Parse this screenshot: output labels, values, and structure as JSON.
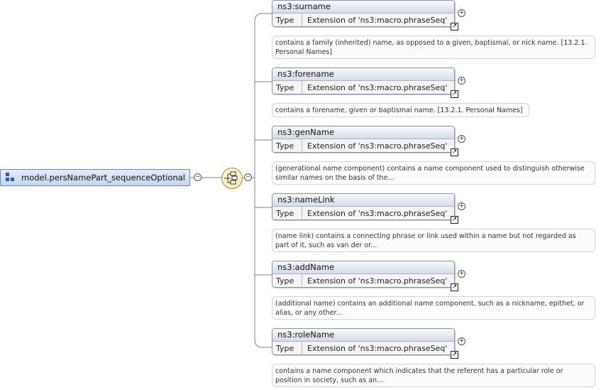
{
  "root": {
    "label": "model.persNamePart_sequenceOptional"
  },
  "type_key": "Type",
  "elements": [
    {
      "name": "ns3:surname",
      "type": "Extension of 'ns3:macro.phraseSeq'",
      "doc": "contains a family (inherited) name, as opposed to a given, baptismal, or nick name. [13.2.1. Personal Names]"
    },
    {
      "name": "ns3:forename",
      "type": "Extension of 'ns3:macro.phraseSeq'",
      "doc": "contains a forename, given or baptismal name. [13.2.1. Personal Names]"
    },
    {
      "name": "ns3:genName",
      "type": "Extension of 'ns3:macro.phraseSeq'",
      "doc": "(generational name component) contains a name component used to distinguish otherwise similar names on the basis of the..."
    },
    {
      "name": "ns3:nameLink",
      "type": "Extension of 'ns3:macro.phraseSeq'",
      "doc": "(name link) contains a connecting phrase or link used within a name but not regarded as part of it, such as van der or..."
    },
    {
      "name": "ns3:addName",
      "type": "Extension of 'ns3:macro.phraseSeq'",
      "doc": "(additional name) contains an additional name component, such as a nickname, epithet, or alias, or any other..."
    },
    {
      "name": "ns3:roleName",
      "type": "Extension of 'ns3:macro.phraseSeq'",
      "doc": "contains a name component which indicates that the referent has a particular role or position in society, such as an..."
    }
  ],
  "icons": {
    "root": "group-icon",
    "compositor": "sequence-icon",
    "collapse": "minus-icon",
    "expand": "plus-icon",
    "jump": "arrow-jump-icon"
  }
}
